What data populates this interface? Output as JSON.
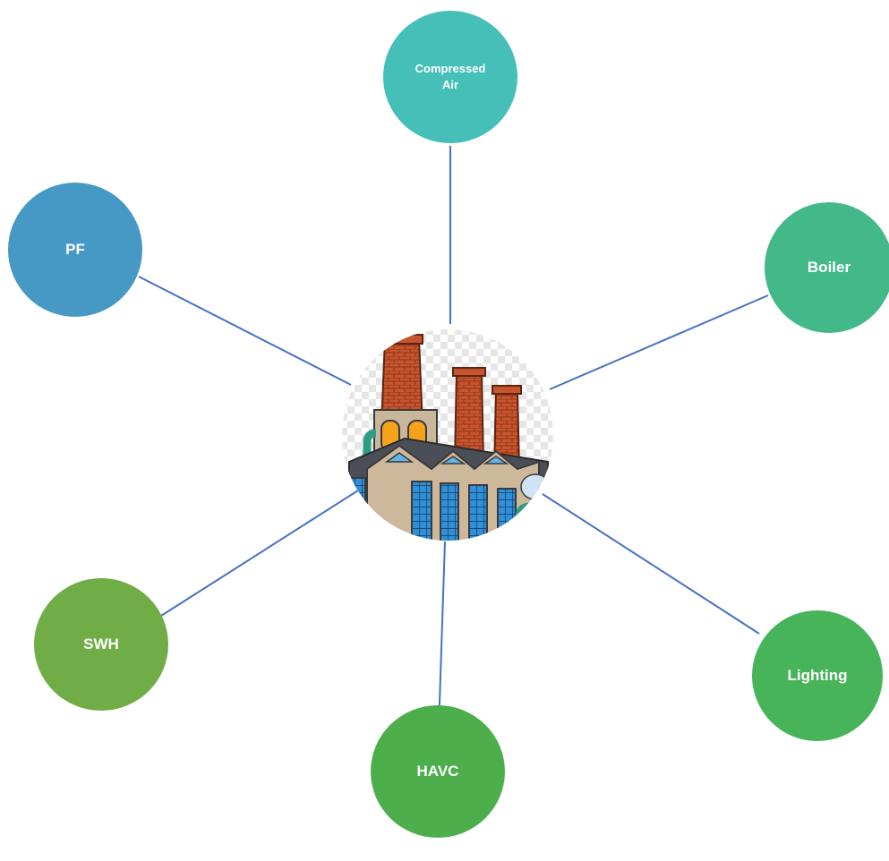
{
  "diagram": {
    "line_color": "#4472C4",
    "hub": {
      "icon": "factory-icon"
    },
    "nodes": [
      {
        "id": "compressed",
        "label_lines": [
          "Compressed",
          "Air"
        ],
        "color": "#45BFB8"
      },
      {
        "id": "boiler",
        "label_lines": [
          "Boiler"
        ],
        "color": "#43B98A"
      },
      {
        "id": "pf",
        "label_lines": [
          "PF"
        ],
        "color": "#4699C4"
      },
      {
        "id": "swh",
        "label_lines": [
          "SWH"
        ],
        "color": "#70AD47"
      },
      {
        "id": "havc",
        "label_lines": [
          "HAVC"
        ],
        "color": "#4CAF4C"
      },
      {
        "id": "lighting",
        "label_lines": [
          "Lighting"
        ],
        "color": "#47B45A"
      }
    ]
  }
}
